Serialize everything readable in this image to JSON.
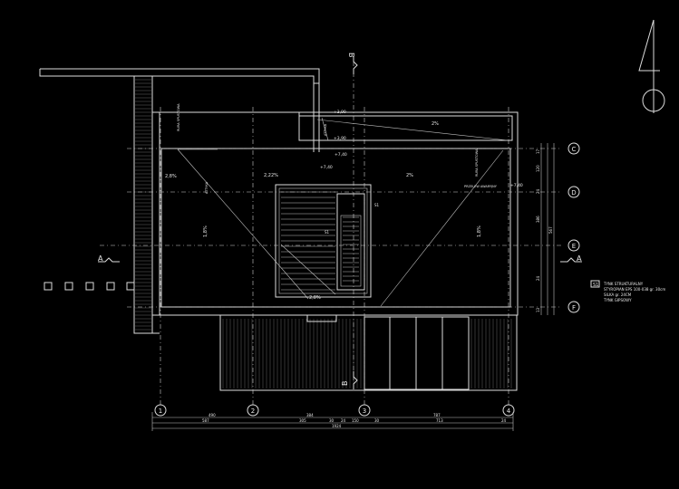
{
  "grid": {
    "columns": [
      "1",
      "2",
      "3",
      "4"
    ],
    "rows": [
      "C",
      "D",
      "E",
      "F"
    ]
  },
  "sections": {
    "a": "A",
    "b": "B"
  },
  "slopes": {
    "s1": "2,22%",
    "s2": "2%",
    "s3": "1,8%",
    "s4": "1,8%",
    "s5": "2,8%",
    "s6": "2,8%",
    "s7": "2%"
  },
  "levels": {
    "l1": "+3,90",
    "l2": "+3,90",
    "l3": "+7,40",
    "l4": "+7,40",
    "l5": "+7,40"
  },
  "notes": {
    "rura_left": "RURA\nSPUSTOWA",
    "rura_right": "RURA\nSPUSTOWA",
    "przelew": "PRZELEW AWARYJNY",
    "attic_left": "ATTYKA",
    "attic_right": "ATTYKA",
    "s1_tag": "S1"
  },
  "legend": {
    "tag": "S1",
    "lines": [
      "TYNK STRUKTURALNY",
      "STYROPIAN EPS 100-038 gr. 30cm",
      "SILKA gr. 24CM",
      "TYNK GIPSOWY"
    ]
  },
  "dims_bottom_row1": [
    "490",
    "384",
    "787"
  ],
  "dims_bottom_row2": [
    "587",
    "305",
    "30",
    "24",
    "150",
    "30",
    "713",
    "24"
  ],
  "dims_bottom_total": "1924",
  "dims_right": [
    "17",
    "120",
    "24",
    "386",
    "567",
    "24",
    "13"
  ]
}
